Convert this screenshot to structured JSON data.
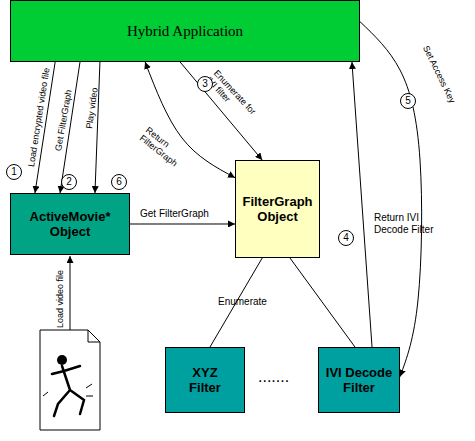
{
  "diagram": {
    "nodes": [
      {
        "text": [
          "Hybrid Application"
        ]
      },
      {
        "text": [
          "ActiveMovie* Object"
        ]
      },
      {
        "text": [
          "FilterGraph Object"
        ]
      },
      {
        "text": [
          "XYZ Filter"
        ]
      },
      {
        "text": [
          "IVI Decode Filter"
        ]
      }
    ],
    "edges": [
      {
        "from": 0,
        "to": 1,
        "label": "Load encrypted video file",
        "arrow": "to"
      },
      {
        "from": 0,
        "to": 1,
        "label": "Get FilterGraph",
        "arrow": "to"
      },
      {
        "from": 0,
        "to": 2,
        "label": "Enumerate for IVI filter",
        "arrow": "to"
      },
      {
        "from": 2,
        "to": 0,
        "label": "Return FilterGraph",
        "arrow": "both"
      },
      {
        "from": 4,
        "to": 0,
        "label": "Return IVI Decode Filter",
        "arrow": "to"
      },
      {
        "from": 0,
        "to": 4,
        "label": "Set Access Key",
        "arrow": "to"
      },
      {
        "from": 0,
        "to": 1,
        "label": "Play video",
        "arrow": "to"
      },
      {
        "from": 1,
        "to": 2,
        "label": "Get FilterGraph",
        "arrow": "to"
      },
      {
        "from": 2,
        "to": 3,
        "arrow": "none"
      },
      {
        "from": 2,
        "to": 4,
        "arrow": "none"
      }
    ],
    "labels": [
      "1",
      "2",
      "3",
      "4",
      "5",
      "6",
      "Enumerate",
      "Load video file",
      "......."
    ]
  }
}
